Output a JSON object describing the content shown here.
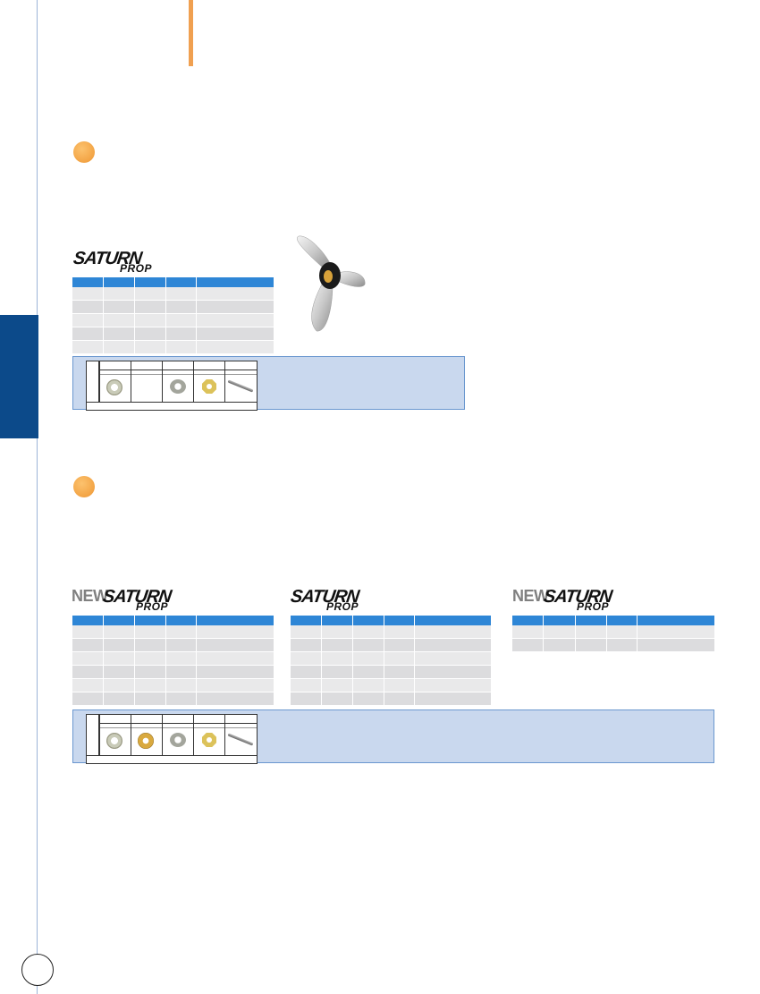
{
  "brand": {
    "new_label": "NEW",
    "name": "SATURN",
    "sub": "PROP"
  },
  "colors": {
    "accent_blue": "#2e86d6",
    "panel_blue": "#c9d8ee",
    "side_tab": "#0c4a8a",
    "orange": "#f0a050"
  },
  "sections": [
    {
      "logos": [
        {
          "new": false
        }
      ],
      "tables": [
        {
          "columns": 5,
          "rows": 5
        }
      ],
      "kit_parts": [
        "spacer-ring",
        "empty",
        "washer",
        "castle-nut",
        "cotter-pin"
      ]
    },
    {
      "logos": [
        {
          "new": true
        },
        {
          "new": false
        },
        {
          "new": true
        }
      ],
      "tables": [
        {
          "columns": 5,
          "rows": 6
        },
        {
          "columns": 5,
          "rows": 6
        },
        {
          "columns": 5,
          "rows": 2
        }
      ],
      "kit_parts": [
        "spacer-ring",
        "brass-thrust-washer",
        "washer",
        "castle-nut",
        "cotter-pin"
      ]
    }
  ]
}
